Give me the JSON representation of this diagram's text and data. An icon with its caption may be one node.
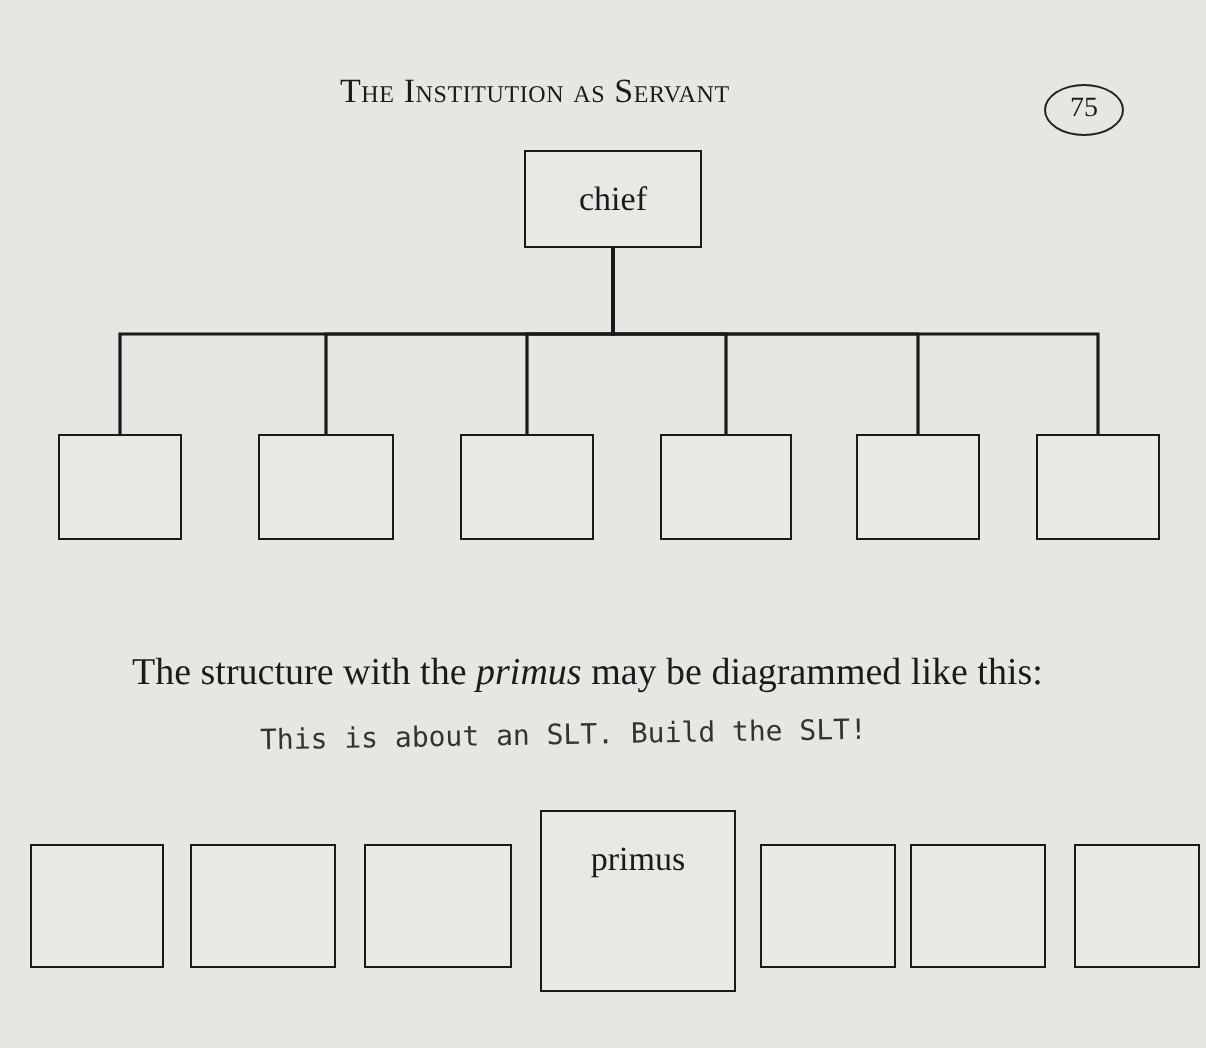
{
  "diagram": {
    "title": "The Institution as Servant",
    "nodes": [
      {
        "text": [
          "chief"
        ]
      },
      {
        "text": [],
        "shape": "box"
      },
      {
        "text": [],
        "shape": "box"
      },
      {
        "text": [],
        "shape": "box"
      },
      {
        "text": [],
        "shape": "box"
      },
      {
        "text": [],
        "shape": "box"
      },
      {
        "text": [],
        "shape": "box"
      },
      {
        "text": [],
        "shape": "box"
      },
      {
        "text": [],
        "shape": "box"
      },
      {
        "text": [],
        "shape": "box"
      },
      {
        "text": [
          "primus"
        ]
      },
      {
        "text": [],
        "shape": "box"
      },
      {
        "text": [],
        "shape": "box"
      },
      {
        "text": [],
        "shape": "box"
      }
    ],
    "edges": [
      {
        "from": 0,
        "to": 1,
        "arrow": "none"
      },
      {
        "from": 0,
        "to": 2,
        "arrow": "none"
      },
      {
        "from": 0,
        "to": 3,
        "arrow": "none"
      },
      {
        "from": 0,
        "to": 4,
        "arrow": "none"
      },
      {
        "from": 0,
        "to": 5,
        "arrow": "none"
      },
      {
        "from": 0,
        "to": 6,
        "arrow": "none"
      }
    ],
    "labels": [
      "75",
      "The structure with the *primus* may be diagrammed like this:",
      "This is about an SLT. Build the SLT!"
    ]
  }
}
